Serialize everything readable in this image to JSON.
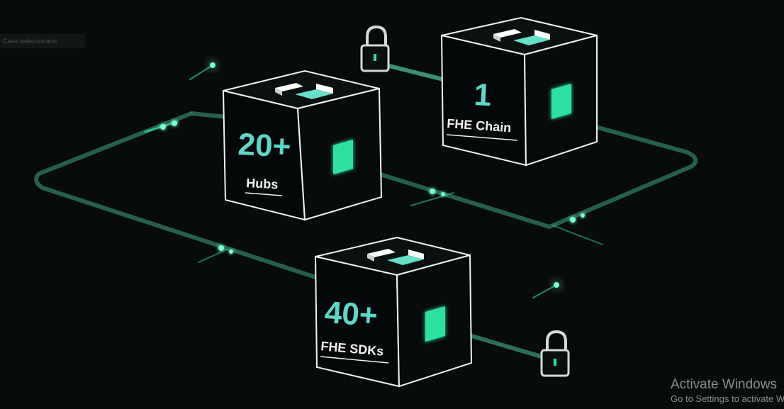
{
  "overlay_label": "Caso seleccionado",
  "cubes": [
    {
      "number": "20+",
      "caption": "Hubs"
    },
    {
      "number": "1",
      "caption": "FHE Chain"
    },
    {
      "number": "40+",
      "caption": "FHE SDKs"
    }
  ],
  "icons": {
    "lock_top": "lock-icon",
    "lock_bottom": "lock-icon",
    "cube_logo": "stacked-blocks-logo"
  },
  "colors": {
    "background": "#070b0b",
    "accent": "#2fe0a0",
    "cube_stroke": "#f2f2f2",
    "number_text": "#5fd6c8",
    "lock": "#d8d8d8"
  },
  "watermark": {
    "title": "Activate Windows",
    "subtitle": "Go to Settings to activate Windows."
  }
}
